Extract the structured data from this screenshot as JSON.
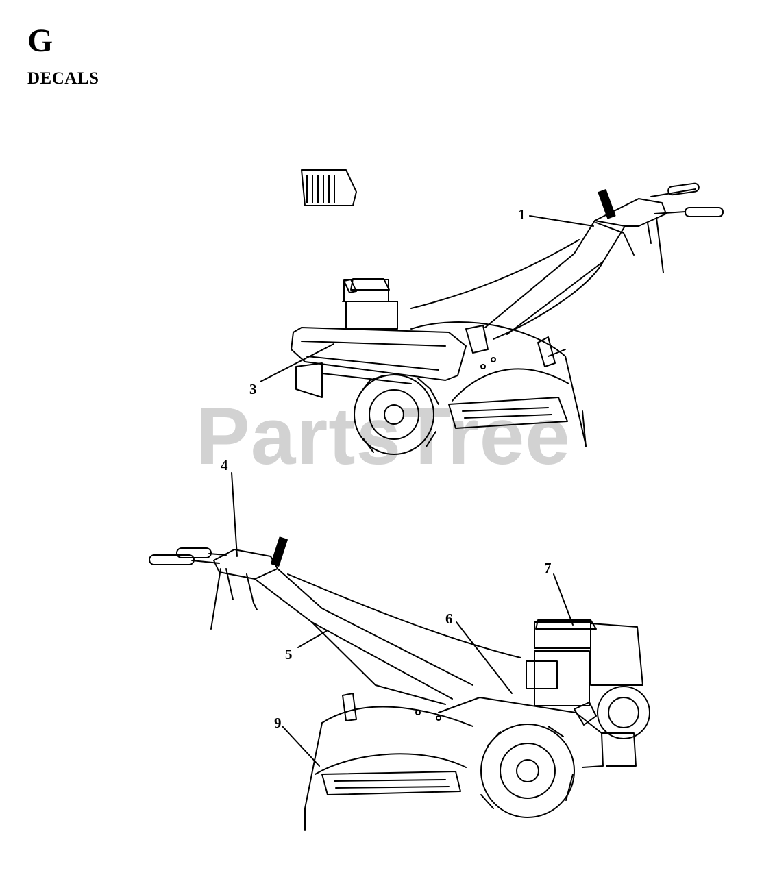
{
  "header": {
    "section_letter": "G",
    "section_title": "DECALS"
  },
  "watermark": "PartsTree",
  "callouts": [
    {
      "id": "1",
      "label": "1"
    },
    {
      "id": "3",
      "label": "3"
    },
    {
      "id": "4",
      "label": "4"
    },
    {
      "id": "5",
      "label": "5"
    },
    {
      "id": "6",
      "label": "6"
    },
    {
      "id": "7",
      "label": "7"
    },
    {
      "id": "9",
      "label": "9"
    }
  ]
}
